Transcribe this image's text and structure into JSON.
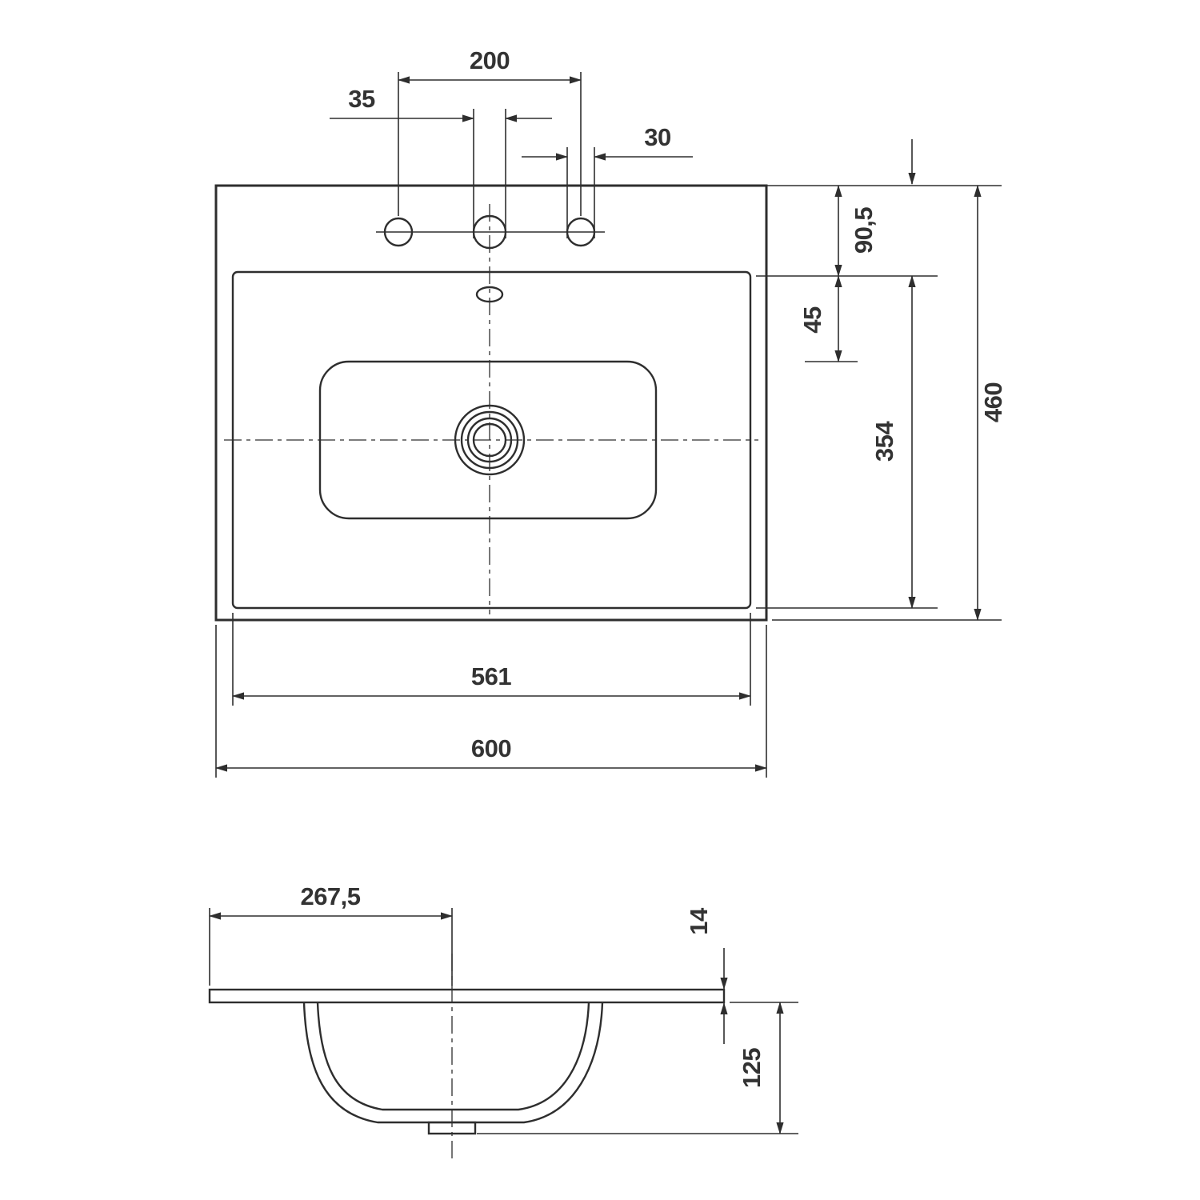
{
  "drawing": {
    "top_view": {
      "label_hole_spacing": "200",
      "label_center_hole_dia": "35",
      "label_side_hole_dia": "30",
      "label_back_edge_to_rim": "90,5",
      "label_rim_to_basin": "45",
      "label_basin_depth": "354",
      "label_overall_depth": "460",
      "label_basin_width": "561",
      "label_overall_width": "600"
    },
    "side_view": {
      "label_edge_to_drain": "267,5",
      "label_top_thickness": "14",
      "label_overall_height": "125"
    },
    "colors": {
      "line": "#2e2e2e",
      "text": "#333333",
      "background": "#ffffff"
    }
  }
}
